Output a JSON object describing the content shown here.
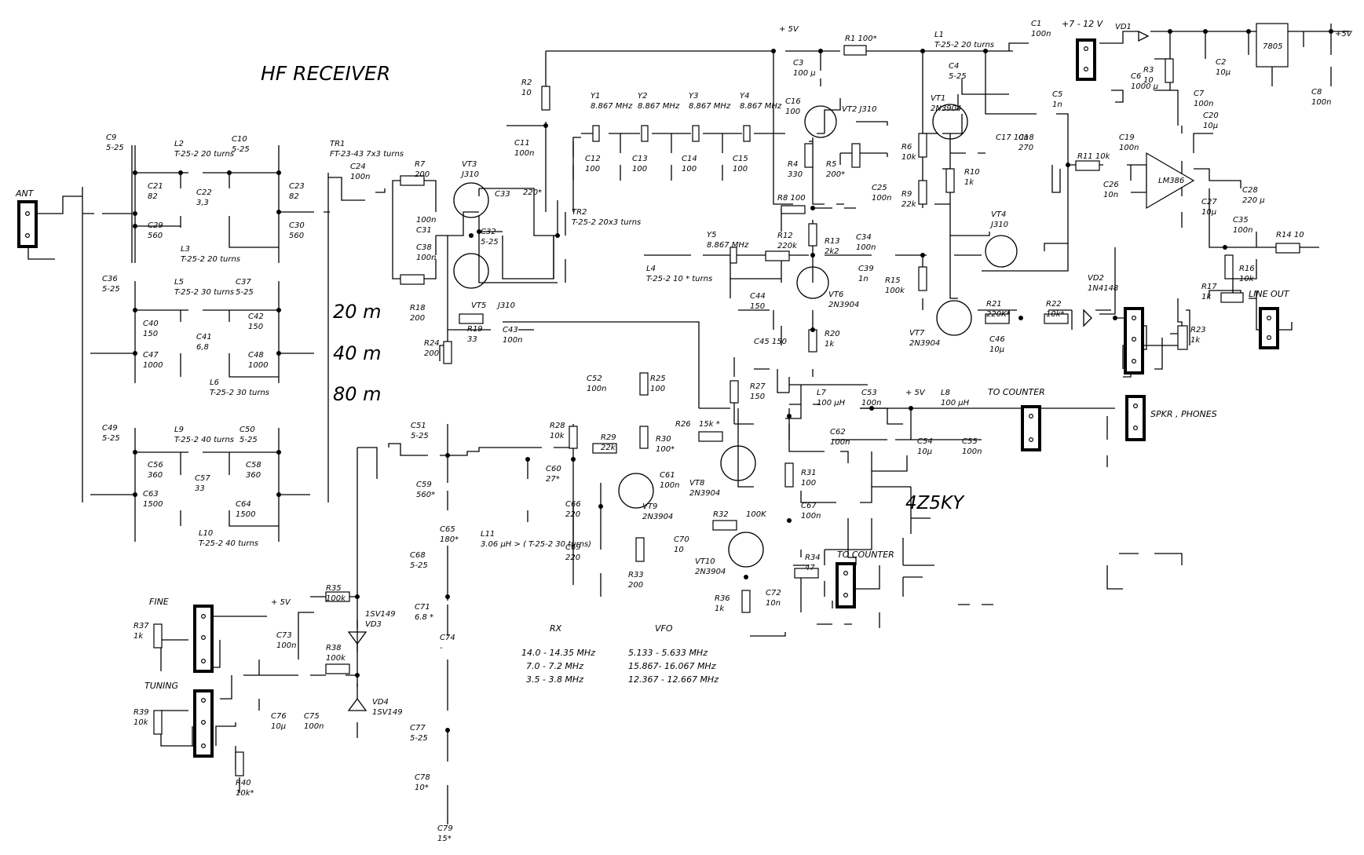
{
  "title": "HF RECEIVER",
  "author": "4Z5KY",
  "bands": [
    "20 m",
    "40 m",
    "80 m"
  ],
  "table": {
    "rx_header": "RX",
    "vfo_header": "VFO",
    "rows": [
      {
        "rx": "14.0 - 14.35 MHz",
        "vfo": "5.133 - 5.633 MHz"
      },
      {
        "rx": "7.0 - 7.2 MHz",
        "vfo": "15.867- 16.067 MHz"
      },
      {
        "rx": "3.5 - 3.8 MHz",
        "vfo": "12.367 - 12.667 MHz"
      }
    ]
  },
  "connectors": {
    "ant": "ANT",
    "to_counter_1": "TO COUNTER",
    "to_counter_2": "TO COUNTER",
    "line_out": "LINE OUT",
    "spkr": "SPKR , PHONES",
    "fine": "FINE",
    "tuning": "TUNING",
    "supply": "+7 - 12 V"
  },
  "rails": {
    "v5a": "+ 5V",
    "v5b": "+5V",
    "v5c": "+ 5V",
    "v5d": "+ 5V"
  },
  "labels": [
    {
      "id": "c9",
      "t": [
        "C9",
        "5-25"
      ]
    },
    {
      "id": "l2",
      "t": [
        "L2",
        "T-25-2 20 turns"
      ]
    },
    {
      "id": "c10",
      "t": [
        "C10",
        "5-25"
      ]
    },
    {
      "id": "c21",
      "t": [
        "C21",
        "82"
      ]
    },
    {
      "id": "c22",
      "t": [
        "C22",
        "3,3"
      ]
    },
    {
      "id": "c23",
      "t": [
        "C23",
        "82"
      ]
    },
    {
      "id": "c29",
      "t": [
        "C29",
        "560"
      ]
    },
    {
      "id": "c30",
      "t": [
        "C30",
        "560"
      ]
    },
    {
      "id": "l3",
      "t": [
        "L3",
        "T-25-2 20 turns"
      ]
    },
    {
      "id": "c36",
      "t": [
        "C36",
        "5-25"
      ]
    },
    {
      "id": "l5",
      "t": [
        "L5",
        "T-25-2 30 turns"
      ]
    },
    {
      "id": "c37",
      "t": [
        "C37",
        "5-25"
      ]
    },
    {
      "id": "c40",
      "t": [
        "C40",
        "150"
      ]
    },
    {
      "id": "c41",
      "t": [
        "C41",
        "6,8"
      ]
    },
    {
      "id": "c42",
      "t": [
        "C42",
        "150"
      ]
    },
    {
      "id": "c47",
      "t": [
        "C47",
        "1000"
      ]
    },
    {
      "id": "c48",
      "t": [
        "C48",
        "1000"
      ]
    },
    {
      "id": "l6",
      "t": [
        "L6",
        "T-25-2 30 turns"
      ]
    },
    {
      "id": "c49",
      "t": [
        "C49",
        "5-25"
      ]
    },
    {
      "id": "l9",
      "t": [
        "L9",
        "T-25-2 40 turns"
      ]
    },
    {
      "id": "c50",
      "t": [
        "C50",
        "5-25"
      ]
    },
    {
      "id": "c56",
      "t": [
        "C56",
        "360"
      ]
    },
    {
      "id": "c57",
      "t": [
        "C57",
        "33"
      ]
    },
    {
      "id": "c58",
      "t": [
        "C58",
        "360"
      ]
    },
    {
      "id": "c63",
      "t": [
        "C63",
        "1500"
      ]
    },
    {
      "id": "c64",
      "t": [
        "C64",
        "1500"
      ]
    },
    {
      "id": "l10",
      "t": [
        "L10",
        "T-25-2 40 turns"
      ]
    },
    {
      "id": "tr1",
      "t": [
        "TR1",
        "FT-23-43 7x3 turns"
      ]
    },
    {
      "id": "c24",
      "t": [
        "C24",
        "100n"
      ]
    },
    {
      "id": "r7",
      "t": [
        "R7",
        "200"
      ]
    },
    {
      "id": "c31",
      "t": [
        "100n",
        "C31"
      ]
    },
    {
      "id": "c38",
      "t": [
        "C38",
        "100n"
      ]
    },
    {
      "id": "r18",
      "t": [
        "R18",
        "200"
      ]
    },
    {
      "id": "vt3",
      "t": [
        "VT3",
        "J310"
      ]
    },
    {
      "id": "c33",
      "t": [
        "C33"
      ]
    },
    {
      "id": "c33v",
      "t": [
        "220*"
      ]
    },
    {
      "id": "c32",
      "t": [
        "C32",
        "5-25"
      ]
    },
    {
      "id": "r2",
      "t": [
        "R2",
        "10"
      ]
    },
    {
      "id": "c11",
      "t": [
        "C11",
        "100n"
      ]
    },
    {
      "id": "tr2",
      "t": [
        "TR2",
        "T-25-2     20x3 turns"
      ]
    },
    {
      "id": "vt5",
      "t": [
        "VT5"
      ]
    },
    {
      "id": "j310b",
      "t": [
        "J310"
      ]
    },
    {
      "id": "r19",
      "t": [
        "R19",
        "33"
      ]
    },
    {
      "id": "c43",
      "t": [
        "C43",
        "100n"
      ]
    },
    {
      "id": "r24",
      "t": [
        "R24",
        "200"
      ]
    },
    {
      "id": "y1",
      "t": [
        "Y1",
        "8.867 MHz"
      ]
    },
    {
      "id": "y2",
      "t": [
        "Y2",
        "8.867 MHz"
      ]
    },
    {
      "id": "y3",
      "t": [
        "Y3",
        "8.867 MHz"
      ]
    },
    {
      "id": "y4",
      "t": [
        "Y4",
        "8.867 MHz"
      ]
    },
    {
      "id": "c12",
      "t": [
        "C12",
        "100"
      ]
    },
    {
      "id": "c13",
      "t": [
        "C13",
        "100"
      ]
    },
    {
      "id": "c14",
      "t": [
        "C14",
        "100"
      ]
    },
    {
      "id": "c15",
      "t": [
        "C15",
        "100"
      ]
    },
    {
      "id": "c16",
      "t": [
        "C16",
        "100"
      ]
    },
    {
      "id": "vt2",
      "t": [
        "VT2 J310"
      ]
    },
    {
      "id": "r4",
      "t": [
        "R4",
        "330"
      ]
    },
    {
      "id": "r5",
      "t": [
        "R5",
        "200*"
      ]
    },
    {
      "id": "c25",
      "t": [
        "C25",
        "100n"
      ]
    },
    {
      "id": "r8",
      "t": [
        "R8      100"
      ]
    },
    {
      "id": "c3",
      "t": [
        "C3",
        "100 μ"
      ]
    },
    {
      "id": "r1",
      "t": [
        "R1 100*"
      ]
    },
    {
      "id": "l1",
      "t": [
        "L1",
        "T-25-2 20 turns"
      ]
    },
    {
      "id": "c1",
      "t": [
        "C1",
        "100n"
      ]
    },
    {
      "id": "c4",
      "t": [
        "C4",
        "5-25"
      ]
    },
    {
      "id": "vt1",
      "t": [
        "VT1",
        "2N3904"
      ]
    },
    {
      "id": "c5",
      "t": [
        "C5",
        "1n"
      ]
    },
    {
      "id": "r6",
      "t": [
        "R6",
        "10k"
      ]
    },
    {
      "id": "c17",
      "t": [
        "C17  10n"
      ]
    },
    {
      "id": "c18",
      "t": [
        "C18",
        "270"
      ]
    },
    {
      "id": "r10",
      "t": [
        "R10",
        "1k"
      ]
    },
    {
      "id": "r9",
      "t": [
        "R9",
        "22k"
      ]
    },
    {
      "id": "y5",
      "t": [
        "Y5",
        "8.867 MHz"
      ]
    },
    {
      "id": "l4",
      "t": [
        "L4",
        "T-25-2 10 * turns"
      ]
    },
    {
      "id": "r12",
      "t": [
        "R12",
        "220k"
      ]
    },
    {
      "id": "r13",
      "t": [
        "R13",
        "2k2"
      ]
    },
    {
      "id": "c34",
      "t": [
        "C34",
        "100n"
      ]
    },
    {
      "id": "c39",
      "t": [
        "C39",
        "1n"
      ]
    },
    {
      "id": "r15",
      "t": [
        "R15",
        "100k"
      ]
    },
    {
      "id": "vt6",
      "t": [
        "VT6",
        "2N3904"
      ]
    },
    {
      "id": "c44",
      "t": [
        "C44",
        "150"
      ]
    },
    {
      "id": "c45",
      "t": [
        "C45 150"
      ]
    },
    {
      "id": "r20",
      "t": [
        "R20",
        "1k"
      ]
    },
    {
      "id": "vt4",
      "t": [
        "VT4",
        "J310"
      ]
    },
    {
      "id": "vt7",
      "t": [
        "VT7",
        "2N3904"
      ]
    },
    {
      "id": "r21",
      "t": [
        "R21",
        "220K*"
      ]
    },
    {
      "id": "c46",
      "t": [
        "C46",
        "10μ"
      ]
    },
    {
      "id": "r22",
      "t": [
        "R22",
        "10k*"
      ]
    },
    {
      "id": "vd2",
      "t": [
        "VD2",
        "1N4148"
      ]
    },
    {
      "id": "r17",
      "t": [
        "R17",
        "1k"
      ]
    },
    {
      "id": "r16",
      "t": [
        "R16",
        "10k"
      ]
    },
    {
      "id": "r23",
      "t": [
        "R23",
        "1k"
      ]
    },
    {
      "id": "c35",
      "t": [
        "C35",
        "100n"
      ]
    },
    {
      "id": "r14",
      "t": [
        "R14  10"
      ]
    },
    {
      "id": "r11",
      "t": [
        "R11  10k"
      ]
    },
    {
      "id": "c19",
      "t": [
        "C19",
        "100n"
      ]
    },
    {
      "id": "c26",
      "t": [
        "C26",
        "10n"
      ]
    },
    {
      "id": "c20",
      "t": [
        "C20",
        "10μ"
      ]
    },
    {
      "id": "c27",
      "t": [
        "C27",
        "10μ"
      ]
    },
    {
      "id": "c28",
      "t": [
        "C28",
        "220 μ"
      ]
    },
    {
      "id": "lm386",
      "t": [
        "LM386"
      ]
    },
    {
      "id": "vd1",
      "t": [
        "VD1"
      ]
    },
    {
      "id": "r3",
      "t": [
        "R3",
        "10"
      ]
    },
    {
      "id": "c6",
      "t": [
        "C6",
        "1000 μ"
      ]
    },
    {
      "id": "c2",
      "t": [
        "C2",
        "10μ"
      ]
    },
    {
      "id": "c7",
      "t": [
        "C7",
        "100n"
      ]
    },
    {
      "id": "reg",
      "t": [
        "7805"
      ]
    },
    {
      "id": "c8",
      "t": [
        "C8",
        "100n"
      ]
    },
    {
      "id": "c52",
      "t": [
        "C52",
        "100n"
      ]
    },
    {
      "id": "r25",
      "t": [
        "R25",
        "100"
      ]
    },
    {
      "id": "r27",
      "t": [
        "R27",
        "150"
      ]
    },
    {
      "id": "r28",
      "t": [
        "R28",
        "10k"
      ]
    },
    {
      "id": "r29",
      "t": [
        "R29",
        "22k"
      ]
    },
    {
      "id": "r30",
      "t": [
        "R30",
        "100*"
      ]
    },
    {
      "id": "r26",
      "t": [
        "R26"
      ]
    },
    {
      "id": "r26v",
      "t": [
        "15k *"
      ]
    },
    {
      "id": "c61",
      "t": [
        "C61",
        "100n"
      ]
    },
    {
      "id": "vt8",
      "t": [
        "VT8",
        "2N3904"
      ]
    },
    {
      "id": "vt9",
      "t": [
        "VT9",
        "2N3904"
      ]
    },
    {
      "id": "c60",
      "t": [
        "C60",
        "27*"
      ]
    },
    {
      "id": "l11",
      "t": [
        "L11",
        "3.06 μH > ( T-25-2  30 turns)"
      ]
    },
    {
      "id": "c66",
      "t": [
        "C66",
        "220"
      ]
    },
    {
      "id": "c69",
      "t": [
        "C69",
        "220"
      ]
    },
    {
      "id": "r33",
      "t": [
        "R33",
        "200"
      ]
    },
    {
      "id": "c70",
      "t": [
        "C70",
        "10"
      ]
    },
    {
      "id": "r32",
      "t": [
        "R32"
      ]
    },
    {
      "id": "r32v",
      "t": [
        "100K"
      ]
    },
    {
      "id": "vt10",
      "t": [
        "VT10",
        "2N3904"
      ]
    },
    {
      "id": "r34",
      "t": [
        "R34",
        "47"
      ]
    },
    {
      "id": "r36",
      "t": [
        "R36",
        "1k"
      ]
    },
    {
      "id": "c72",
      "t": [
        "C72",
        "10n"
      ]
    },
    {
      "id": "l7",
      "t": [
        "L7",
        "100 μH"
      ]
    },
    {
      "id": "c53",
      "t": [
        "C53",
        "100n"
      ]
    },
    {
      "id": "l8",
      "t": [
        "L8",
        "100 μH"
      ]
    },
    {
      "id": "c62",
      "t": [
        "C62",
        "100n"
      ]
    },
    {
      "id": "c54",
      "t": [
        "C54",
        "10μ"
      ]
    },
    {
      "id": "c55",
      "t": [
        "C55",
        "100n"
      ]
    },
    {
      "id": "r31",
      "t": [
        "R31",
        "100"
      ]
    },
    {
      "id": "c67",
      "t": [
        "C67",
        "100n"
      ]
    },
    {
      "id": "c51",
      "t": [
        "C51",
        "5-25"
      ]
    },
    {
      "id": "c59",
      "t": [
        "C59",
        "560*"
      ]
    },
    {
      "id": "c65",
      "t": [
        "C65",
        "180*"
      ]
    },
    {
      "id": "c68",
      "t": [
        "C68",
        "5-25"
      ]
    },
    {
      "id": "c71",
      "t": [
        "C71",
        "6.8 *"
      ]
    },
    {
      "id": "c74",
      "t": [
        "C74",
        "-"
      ]
    },
    {
      "id": "c77",
      "t": [
        "C77",
        "5-25"
      ]
    },
    {
      "id": "c78",
      "t": [
        "C78",
        "10*"
      ]
    },
    {
      "id": "c79",
      "t": [
        "C79",
        "15*"
      ]
    },
    {
      "id": "r35",
      "t": [
        "R35",
        "100k"
      ]
    },
    {
      "id": "r37",
      "t": [
        "R37",
        "1k"
      ]
    },
    {
      "id": "c73",
      "t": [
        "C73",
        "100n"
      ]
    },
    {
      "id": "r38",
      "t": [
        "R38",
        "100k"
      ]
    },
    {
      "id": "vd3",
      "t": [
        "1SV149",
        "VD3"
      ]
    },
    {
      "id": "vd4",
      "t": [
        "VD4",
        "1SV149"
      ]
    },
    {
      "id": "r39",
      "t": [
        "R39",
        "10k"
      ]
    },
    {
      "id": "c76",
      "t": [
        "C76",
        "10μ"
      ]
    },
    {
      "id": "c75",
      "t": [
        "C75",
        "100n"
      ]
    },
    {
      "id": "r40",
      "t": [
        "R40",
        "10k*"
      ]
    }
  ]
}
